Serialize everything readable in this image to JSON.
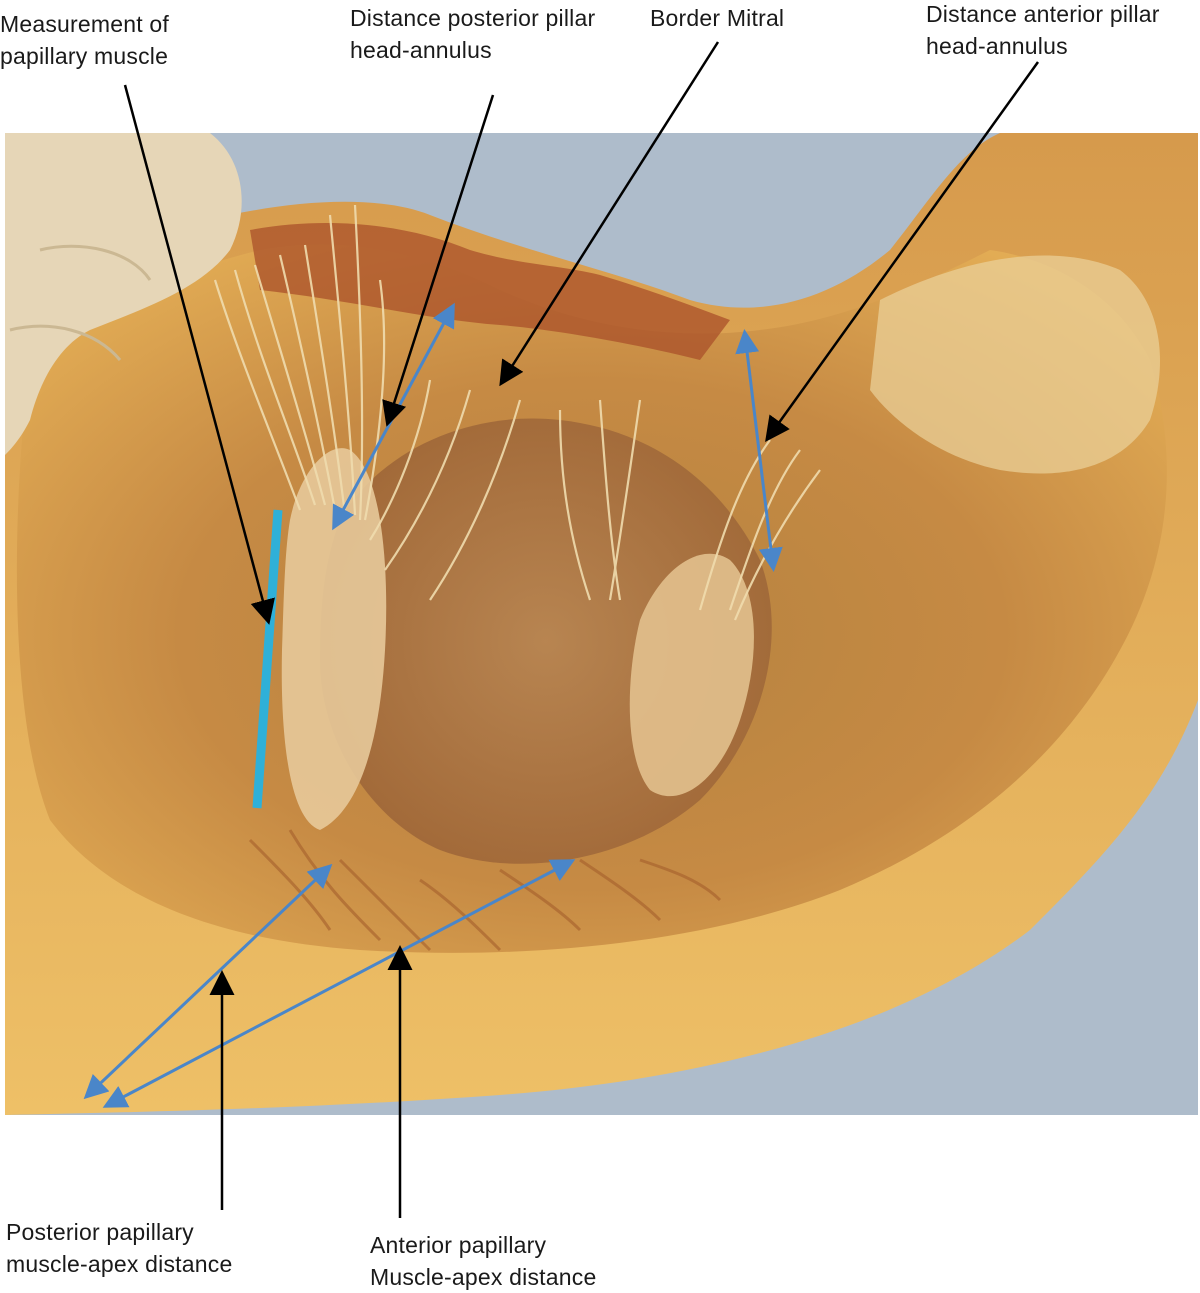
{
  "figure": {
    "labels": {
      "measurement_papillary": "Measurement of\npapillary muscle",
      "distance_posterior_pillar": "Distance posterior pillar\nhead-annulus",
      "border_mitral": "Border Mitral",
      "distance_anterior_pillar": "Distance anterior pillar\nhead-annulus",
      "posterior_apex": "Posterior papillary\nmuscle-apex distance",
      "anterior_apex": "Anterior papillary\nMuscle-apex distance"
    },
    "colors": {
      "background_blue": "#aebccb",
      "glove": "#e6d6b7",
      "tissue_dark": "#a9502a",
      "tissue_mid": "#c98a45",
      "tissue_light": "#e8b85c",
      "chordae": "#f0dcae",
      "pointer_black": "#000000",
      "double_arrow_blue": "#4a86c9",
      "measure_bar_cyan": "#2fb0d8"
    }
  }
}
